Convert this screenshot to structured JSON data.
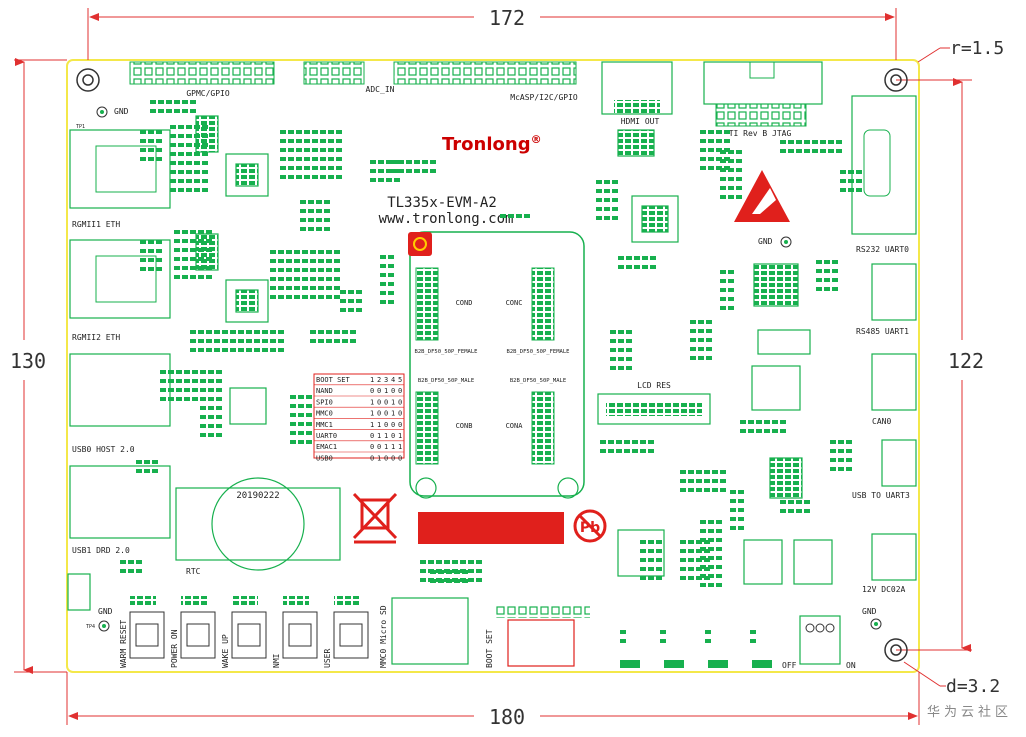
{
  "dimensions": {
    "width_top": "172",
    "width_bottom": "180",
    "height_left": "130",
    "height_right": "122",
    "corner_radius": "r=1.5",
    "hole_diameter": "d=3.2"
  },
  "brand": {
    "logo": "Tronlong",
    "registered": "®",
    "board_name": "TL335x-EVM-A2",
    "website": "www.tronlong.com"
  },
  "headers": {
    "gpmc_gpio": "GPMC/GPIO",
    "adc_in": "ADC_IN",
    "mcasp": "McASP/I2C/GPIO",
    "hdmi_out": "HDMI OUT",
    "ti_jtag": "TI Rev B JTAG",
    "lcd_res": "LCD RES",
    "boot_set": "BOOT SET"
  },
  "connectors": {
    "rgmii1": "RGMII1 ETH",
    "rgmii2": "RGMII2 ETH",
    "usb0": "USB0 HOST 2.0",
    "usb1": "USB1 DRD 2.0",
    "rs232": "RS232 UART0",
    "rs485": "RS485 UART1",
    "can0": "CAN0",
    "usb_uart3": "USB TO UART3",
    "dc_in": "12V DC02A",
    "mmc0": "MMC0 Micro SD",
    "rtc": "RTC",
    "battery_date": "20190222"
  },
  "labels": {
    "gnd": "GND",
    "off": "OFF",
    "on": "ON",
    "tp1": "TP1",
    "tp4": "TP4"
  },
  "buttons": [
    "WARM RESET",
    "POWER ON",
    "WAKE UP",
    "NMI",
    "USER"
  ],
  "boot_table": {
    "header": [
      "BOOT SET",
      "1",
      "2",
      "3",
      "4",
      "5"
    ],
    "rows": [
      [
        "NAND",
        "0",
        "0",
        "1",
        "0",
        "0"
      ],
      [
        "SPI0",
        "1",
        "0",
        "0",
        "1",
        "0"
      ],
      [
        "MMC0",
        "1",
        "0",
        "0",
        "1",
        "0"
      ],
      [
        "MMC1",
        "1",
        "1",
        "0",
        "0",
        "0"
      ],
      [
        "UART0",
        "0",
        "1",
        "1",
        "0",
        "1"
      ],
      [
        "EMAC1",
        "0",
        "0",
        "1",
        "1",
        "1"
      ],
      [
        "USB0",
        "0",
        "1",
        "0",
        "0",
        "0"
      ]
    ]
  },
  "b2b": {
    "con_d": "COND",
    "con_c": "CONC",
    "con_b": "CONB",
    "con_a": "CONA",
    "male_label": "B2B_DF50_50P_MALE",
    "female_label": "B2B_DF50_50P_FEMALE"
  },
  "watermark": "华为云社区",
  "colors": {
    "board_outline": "#f4e84a",
    "dimension_line": "#e03030",
    "component_green": "#17b04e",
    "silk_red": "#e0201c",
    "copper": "#333333"
  }
}
